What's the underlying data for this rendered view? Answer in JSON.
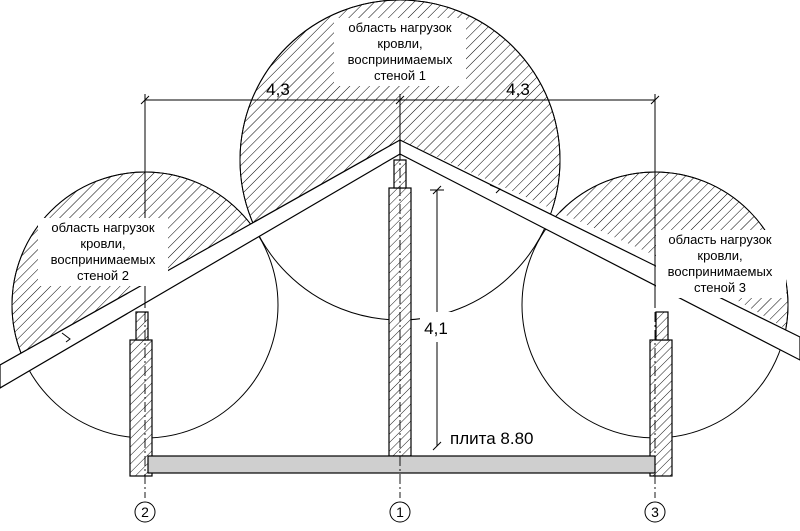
{
  "dimensions": {
    "span_left": "4,3",
    "span_right": "4,3",
    "height": "4,1"
  },
  "slab": {
    "label": "плита 8.80"
  },
  "zones": {
    "wall1": [
      "область нагрузок",
      "кровли,",
      "воспринимаемых",
      "стеной 1"
    ],
    "wall2": [
      "область нагрузок",
      "кровли,",
      "воспринимаемых",
      "стеной 2"
    ],
    "wall3": [
      "область нагрузок",
      "кровли,",
      "воспринимаемых",
      "стеной 3"
    ]
  },
  "axes": {
    "a1": "1",
    "a2": "2",
    "a3": "3"
  }
}
